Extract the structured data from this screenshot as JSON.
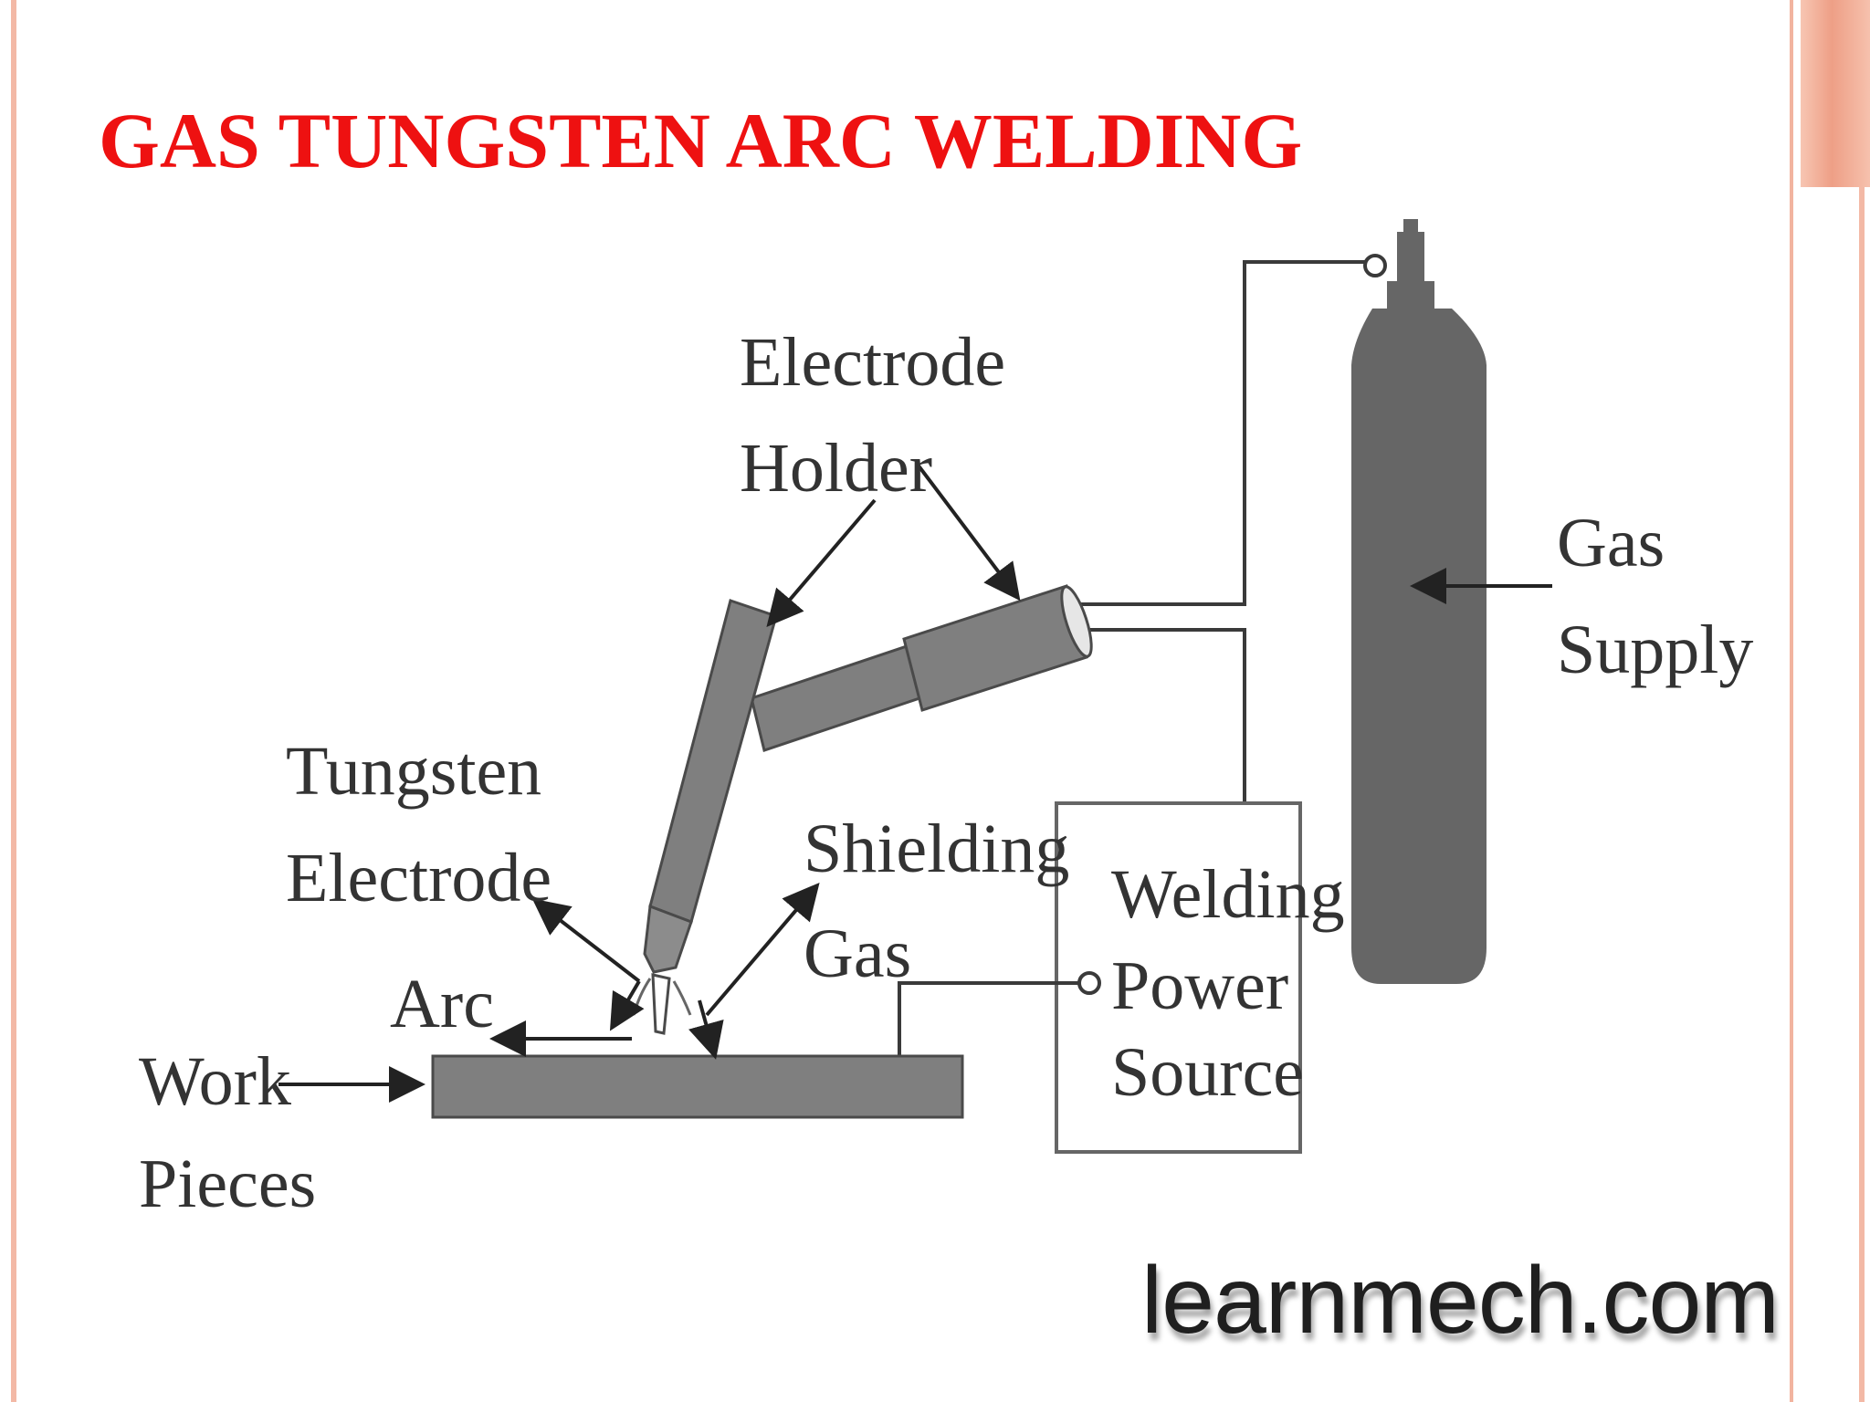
{
  "slide": {
    "title": "GAS TUNGSTEN ARC WELDING",
    "title_color": "#EE1111",
    "accent_border_color": "#F3B9A6"
  },
  "diagram": {
    "labels": {
      "electrode_holder_line1": "Electrode",
      "electrode_holder_line2": "Holder",
      "gas_supply_line1": "Gas",
      "gas_supply_line2": "Supply",
      "tungsten_electrode_line1": "Tungsten",
      "tungsten_electrode_line2": "Electrode",
      "shielding_gas_line1": "Shielding",
      "shielding_gas_line2": "Gas",
      "arc": "Arc",
      "welding_power_source_line1": "Welding",
      "welding_power_source_line2": "Power",
      "welding_power_source_line3": "Source",
      "work_pieces_line1": "Work",
      "work_pieces_line2": "Pieces"
    },
    "colors": {
      "equipment_fill": "#7F7F7F",
      "cylinder_fill": "#666666",
      "line_color": "#3A3A3A"
    }
  },
  "watermark": {
    "text": "learnmech.com"
  }
}
